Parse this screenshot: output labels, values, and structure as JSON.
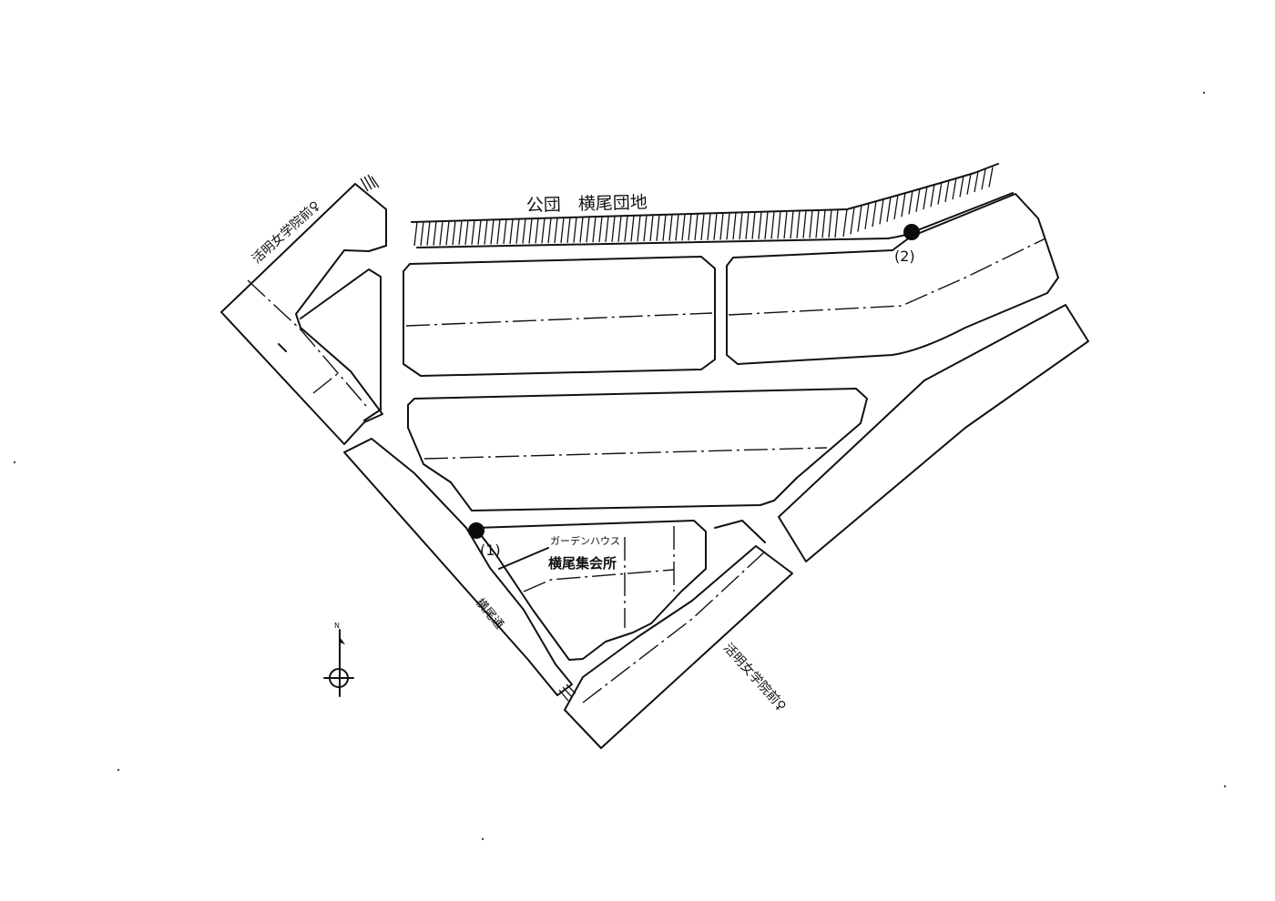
{
  "labels": {
    "complex": "公団　横尾団地",
    "point1": "(1)",
    "point2": "(2)",
    "facility_line1": "ガーデンハウス",
    "facility_line2": "横尾集会所",
    "stop_northwest": "活明女学院前♀",
    "stop_southeast": "活明女学院前♀",
    "road_west": "横尾通",
    "north_mark": "N"
  },
  "colors": {
    "ink": "#111111",
    "paper": "#ffffff"
  }
}
